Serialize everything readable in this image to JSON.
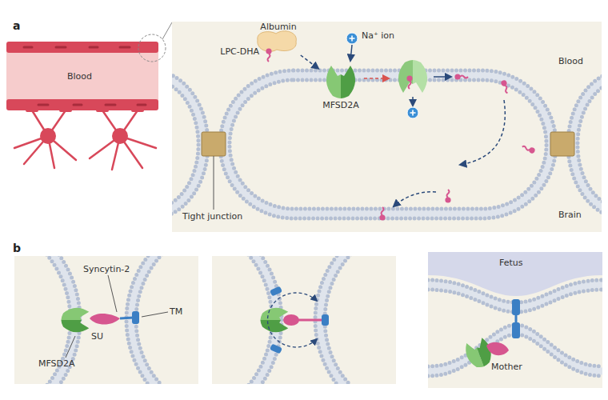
{
  "diagram": {
    "nodes": [
      {
        "text": [
          "Albumin"
        ]
      },
      {
        "text": [
          "MFSD2A"
        ]
      }
    ],
    "edges": [
      {
        "from": 0,
        "to": 1,
        "arrow": "to"
      }
    ],
    "labels": [
      "a",
      "Blood",
      "LPC-DHA",
      "Na⁺ ion",
      "Blood",
      "Tight junction",
      "Brain",
      "b",
      "Syncytin-2",
      "MFSD2A",
      "SU",
      "TM",
      "Fetus",
      "Mother"
    ]
  }
}
